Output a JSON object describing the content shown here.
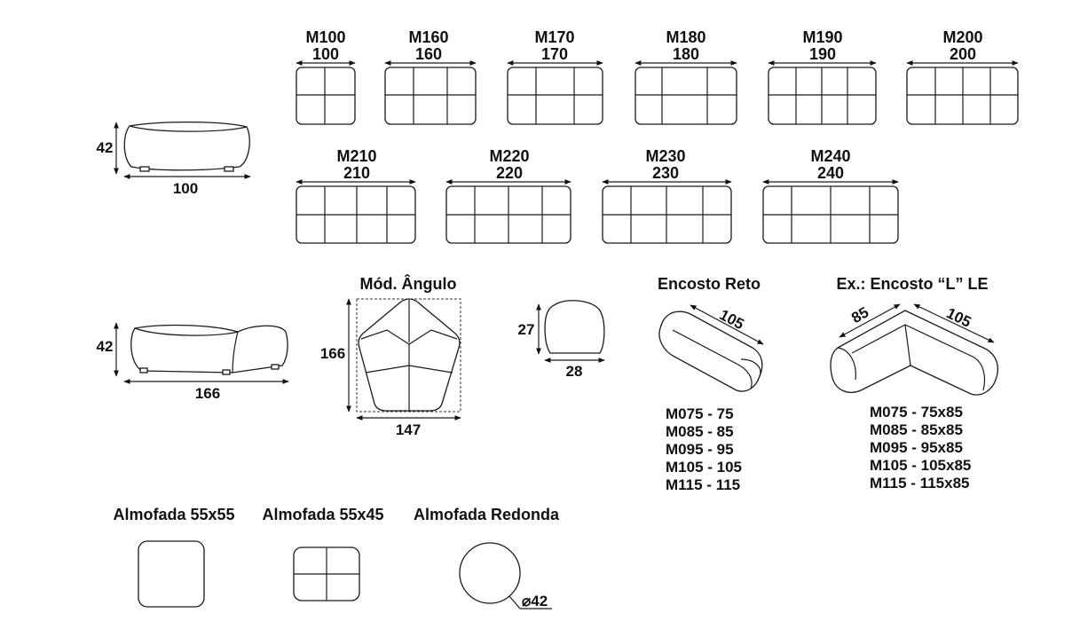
{
  "modules": [
    {
      "code": "M100",
      "width": "100"
    },
    {
      "code": "M160",
      "width": "160"
    },
    {
      "code": "M170",
      "width": "170"
    },
    {
      "code": "M180",
      "width": "180"
    },
    {
      "code": "M190",
      "width": "190"
    },
    {
      "code": "M200",
      "width": "200"
    },
    {
      "code": "M210",
      "width": "210"
    },
    {
      "code": "M220",
      "width": "220"
    },
    {
      "code": "M230",
      "width": "230"
    },
    {
      "code": "M240",
      "width": "240"
    }
  ],
  "pouf_side": {
    "height": "42",
    "width": "100"
  },
  "pouf_corner_side": {
    "height": "42",
    "width": "166"
  },
  "angle_module": {
    "title": "Mód. Ângulo",
    "depth": "166",
    "width": "147"
  },
  "cushion_small": {
    "height": "27",
    "width": "28"
  },
  "straight_back": {
    "title": "Encosto Reto",
    "length": "105",
    "sizes": [
      "M075 - 75",
      "M085 - 85",
      "M095 - 95",
      "M105 - 105",
      "M115 - 115"
    ]
  },
  "l_back": {
    "title": "Ex.: Encosto “L” LE",
    "side_a": "85",
    "side_b": "105",
    "sizes": [
      "M075 - 75x85",
      "M085 - 85x85",
      "M095 - 95x85",
      "M105 - 105x85",
      "M115 - 115x85"
    ]
  },
  "pillows": {
    "square_55": "Almofada 55x55",
    "rect_55_45": "Almofada 55x45",
    "round": "Almofada Redonda",
    "round_diameter": "⌀42"
  }
}
